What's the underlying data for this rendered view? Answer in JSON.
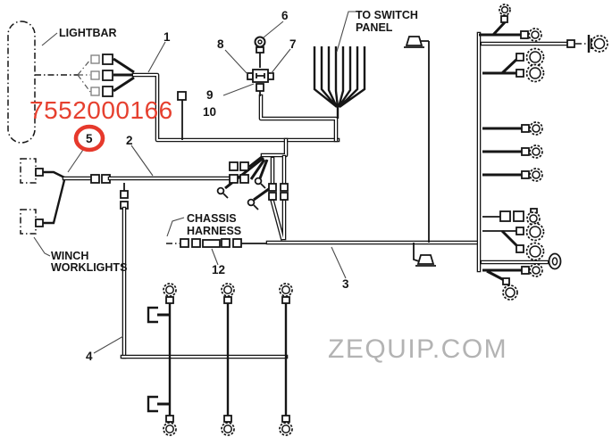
{
  "diagram": {
    "type": "wiring-harness-parts-diagram",
    "colors": {
      "line": "#161616",
      "part_number_red": "#e6402f",
      "highlight_red": "#e6392c",
      "watermark_gray": "#b3b3b3",
      "background": "#ffffff"
    },
    "labels": {
      "lightbar": "LIGHTBAR",
      "to_switch_panel_line1": "TO SWITCH",
      "to_switch_panel_line2": "PANEL",
      "part_number": "7552000166",
      "winch_line1": "WINCH",
      "winch_line2": "WORKLIGHTS",
      "chassis_line1": "CHASSIS",
      "chassis_line2": "HARNESS",
      "watermark": "ZEQUIP.COM"
    },
    "callouts": {
      "c1": "1",
      "c2": "2",
      "c3": "3",
      "c4": "4",
      "c5": "5",
      "c6": "6",
      "c7": "7",
      "c8": "8",
      "c9": "9",
      "c10": "10",
      "c12": "12"
    },
    "highlighted_callout": "5"
  }
}
